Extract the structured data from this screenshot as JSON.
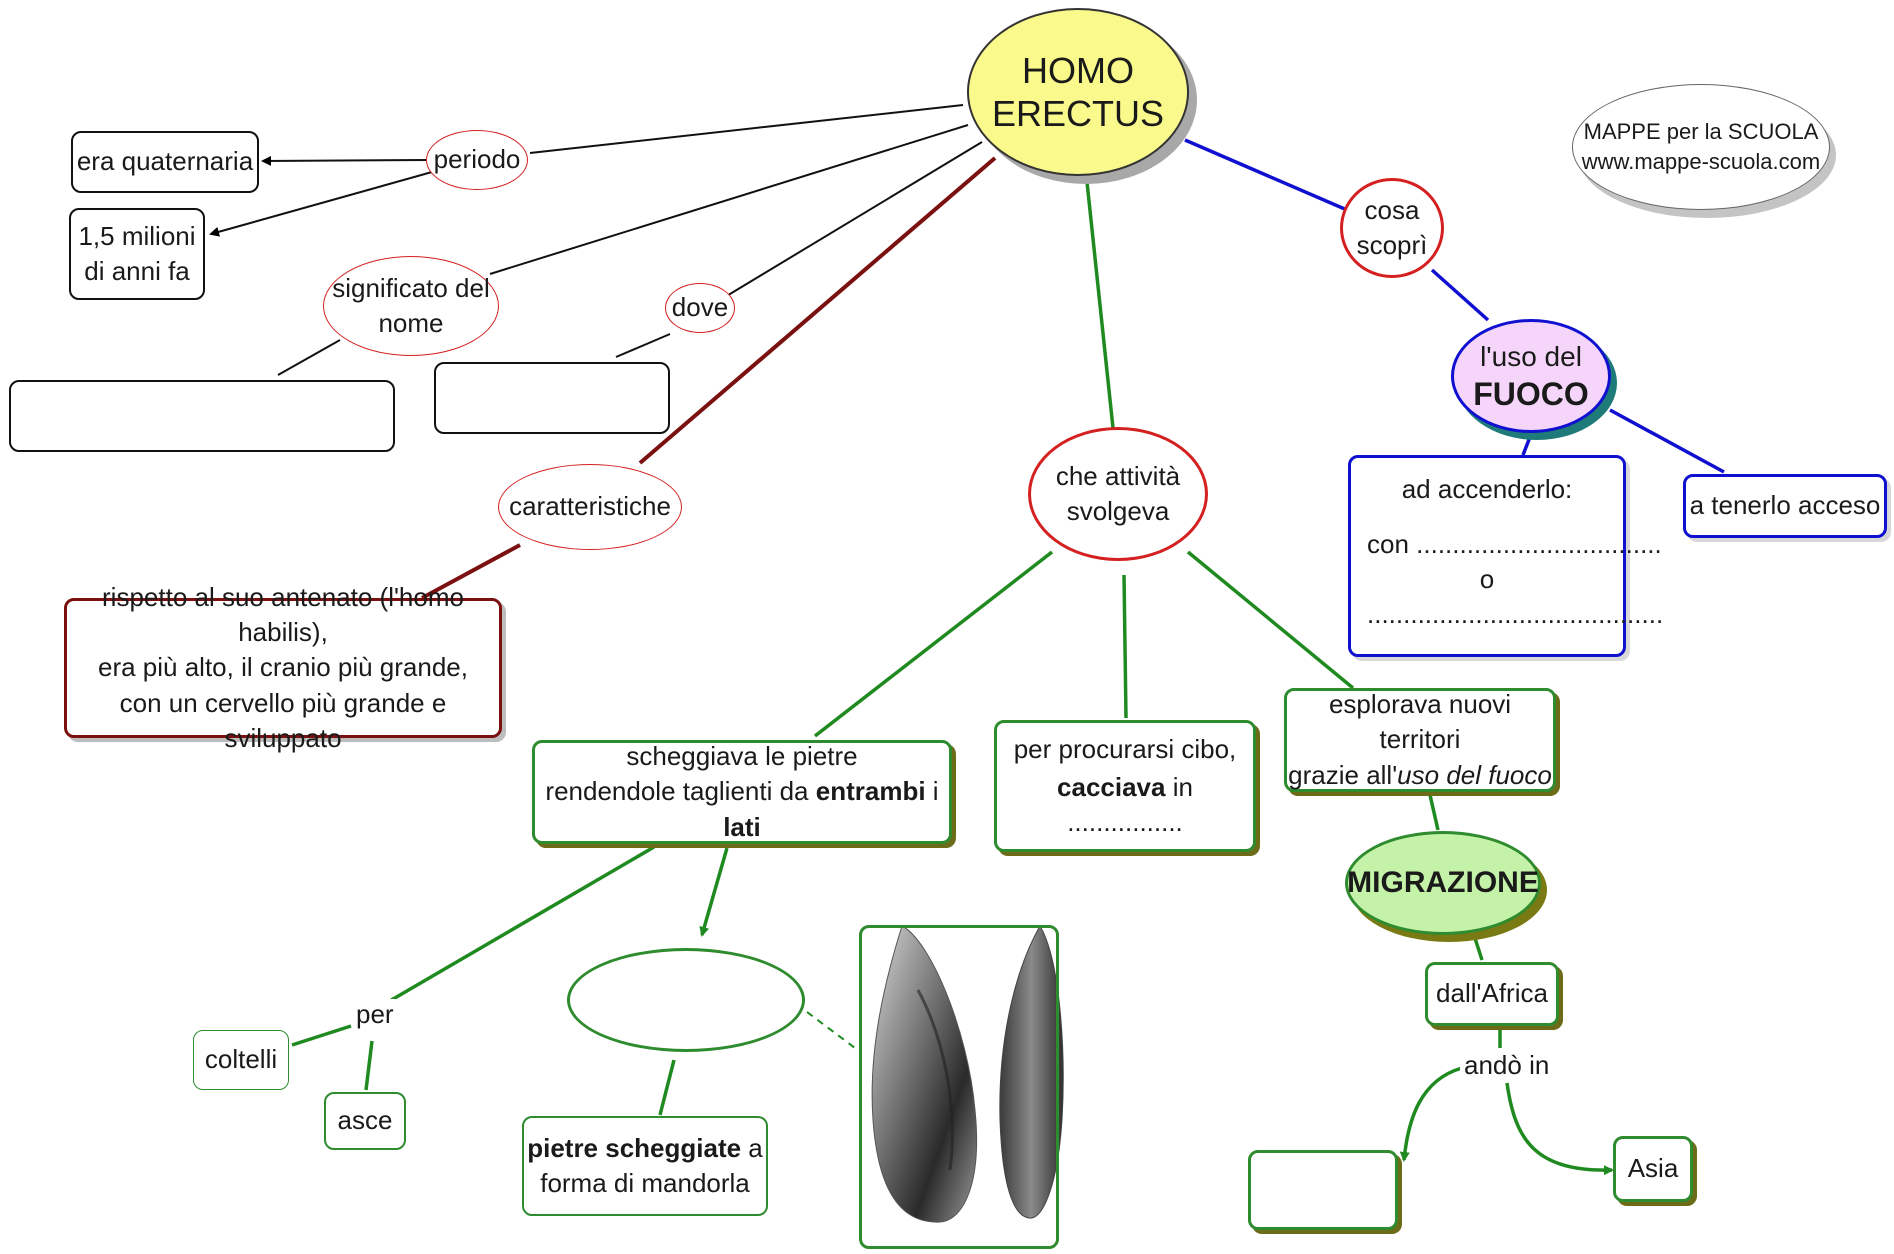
{
  "central": {
    "line1": "HOMO",
    "line2": "ERECTUS"
  },
  "logo": {
    "line1": "MAPPE per la SCUOLA",
    "line2": "www.mappe-scuola.com"
  },
  "links": {
    "periodo": "periodo",
    "significato_line1": "significato del",
    "significato_line2": "nome",
    "dove": "dove",
    "caratteristiche": "caratteristiche",
    "attivita_line1": "che attività",
    "attivita_line2": "svolgeva",
    "cosa_line1": "cosa",
    "cosa_line2": "scoprì",
    "per": "per",
    "ando_in": "andò in"
  },
  "nodes": {
    "era": "era quaternaria",
    "milioni_line1": "1,5 milioni",
    "milioni_line2": "di anni fa",
    "significato_answer": "",
    "dove_answer": "",
    "caratteristiche_line1": "rispetto al suo antenato (l'homo habilis),",
    "caratteristiche_line2": "era più alto, il cranio più grande,",
    "caratteristiche_line3": "con un cervello più grande e sviluppato",
    "fuoco_line1": "l'uso del",
    "fuoco_line2": "FUOCO",
    "accenderlo_title": "ad accenderlo:",
    "accenderlo_con": "con ..................................",
    "accenderlo_o": "o",
    "accenderlo_dots": ".........................................",
    "tenerlo": "a tenerlo acceso",
    "scheggiava_line1": "scheggiava le pietre",
    "scheggiava_pre": "rendendole taglienti da ",
    "scheggiava_b1": "entrambi",
    "scheggiava_mid": " i ",
    "scheggiava_b2": "lati",
    "cibo_line1": "per procurarsi cibo,",
    "cibo_bold": "cacciava",
    "cibo_rest": " in ................",
    "esplorava_line1": "esplorava nuovi territori",
    "esplorava_pre": "grazie all'",
    "esplorava_ital": "uso del fuoco",
    "migrazione": "MIGRAZIONE",
    "dallafrica": "dall'Africa",
    "asia": "Asia",
    "coltelli": "coltelli",
    "asce": "asce",
    "pietre_bold": "pietre scheggiate",
    "pietre_rest": " a",
    "pietre_line2": "forma di mandorla",
    "oval_answer": "",
    "dest_answer": ""
  },
  "colors": {
    "central_fill": "#fafa8c",
    "fuoco_fill": "#f5d6fa",
    "migrazione_fill": "#c4f2a8",
    "green": "#2e8b2e",
    "blue": "#1010d0",
    "red_dark": "#7a1010",
    "red": "#d42020"
  },
  "image": {
    "name": "almond-shaped-stone-tools-photo"
  }
}
